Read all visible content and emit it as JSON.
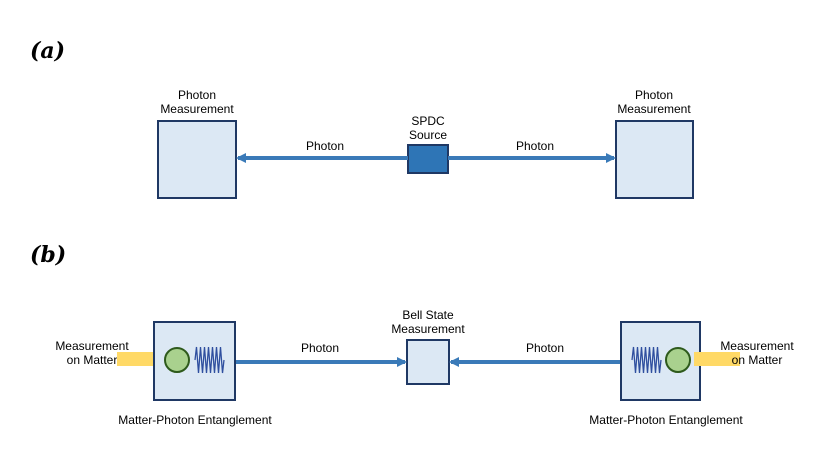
{
  "panel_a": {
    "label": "(a)",
    "left_detector": [
      "Photon",
      "Measurement"
    ],
    "source": [
      "SPDC",
      "Source"
    ],
    "right_detector": [
      "Photon",
      "Measurement"
    ],
    "left_photon": "Photon",
    "right_photon": "Photon"
  },
  "panel_b": {
    "label": "(b)",
    "left_measurement": [
      "Measurement",
      "on Matter"
    ],
    "right_measurement": [
      "Measurement",
      "on Matter"
    ],
    "bsm": [
      "Bell State",
      "Measurement"
    ],
    "left_photon": "Photon",
    "right_photon": "Photon",
    "left_caption": "Matter-Photon Entanglement",
    "right_caption": "Matter-Photon Entanglement"
  },
  "colors": {
    "arrow": "#3a7ab8",
    "box_fill": "#dce8f4",
    "box_stroke": "#1f3864",
    "source_fill": "#2e75b6",
    "matter_fill": "#a9d18e",
    "matter_stroke": "#2e5a1c",
    "laser": "#ffd966",
    "spring": "#2f4f9f"
  },
  "icons": [
    "matter-qubit-icon",
    "photon-emission-spring-icon",
    "laser-beam-icon"
  ]
}
